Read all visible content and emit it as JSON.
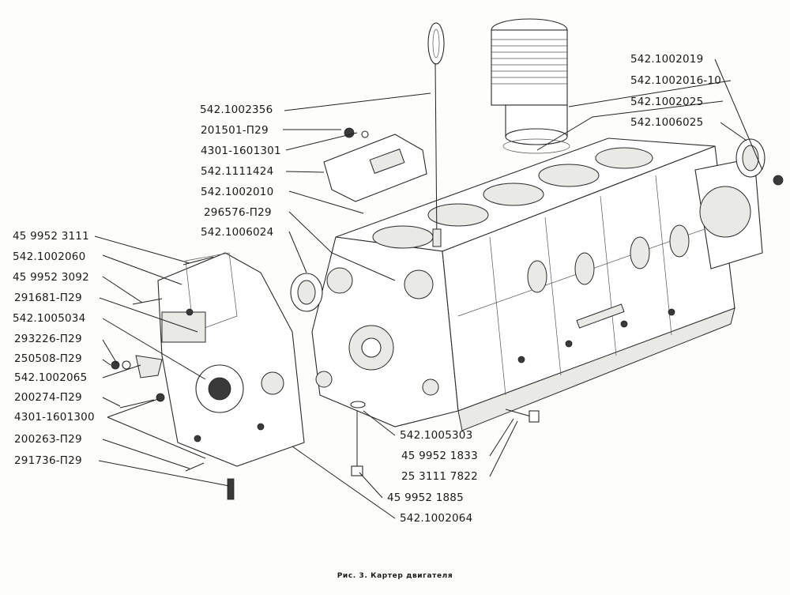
{
  "diagram": {
    "caption": "Рис. 3. Картер двигателя",
    "labels": [
      {
        "id": "542.1002356",
        "text": "542.1002356"
      },
      {
        "id": "201501-p29",
        "text": "201501-П29"
      },
      {
        "id": "4301-1601301",
        "text": "4301-1601301"
      },
      {
        "id": "542.1111424",
        "text": "542.1111424"
      },
      {
        "id": "542.1002010",
        "text": "542.1002010"
      },
      {
        "id": "296576-p29",
        "text": "296576-П29"
      },
      {
        "id": "542.1006024",
        "text": "542.1006024"
      },
      {
        "id": "542.1002019",
        "text": "542.1002019"
      },
      {
        "id": "542.1002016-10",
        "text": "542.1002016-10"
      },
      {
        "id": "542.1002025",
        "text": "542.1002025"
      },
      {
        "id": "542.1006025",
        "text": "542.1006025"
      },
      {
        "id": "45-9952-3111",
        "text": "45 9952 3111"
      },
      {
        "id": "542.1002060",
        "text": "542.1002060"
      },
      {
        "id": "45-9952-3092",
        "text": "45 9952 3092"
      },
      {
        "id": "291681-p29",
        "text": "291681-П29"
      },
      {
        "id": "542.1005034",
        "text": "542.1005034"
      },
      {
        "id": "293226-p29",
        "text": "293226-П29"
      },
      {
        "id": "250508-p29",
        "text": "250508-П29"
      },
      {
        "id": "542.1002065",
        "text": "542.1002065"
      },
      {
        "id": "200274-p29",
        "text": "200274-П29"
      },
      {
        "id": "4301-1601300",
        "text": "4301-1601300"
      },
      {
        "id": "200263-p29",
        "text": "200263-П29"
      },
      {
        "id": "291736-p29",
        "text": "291736-П29"
      },
      {
        "id": "542.1005303",
        "text": "542.1005303"
      },
      {
        "id": "45-9952-1833",
        "text": "45 9952 1833"
      },
      {
        "id": "25-3111-7822",
        "text": "25 3111 7822"
      },
      {
        "id": "45-9952-1885",
        "text": "45 9952 1885"
      },
      {
        "id": "542.1002064",
        "text": "542.1002064"
      }
    ]
  }
}
